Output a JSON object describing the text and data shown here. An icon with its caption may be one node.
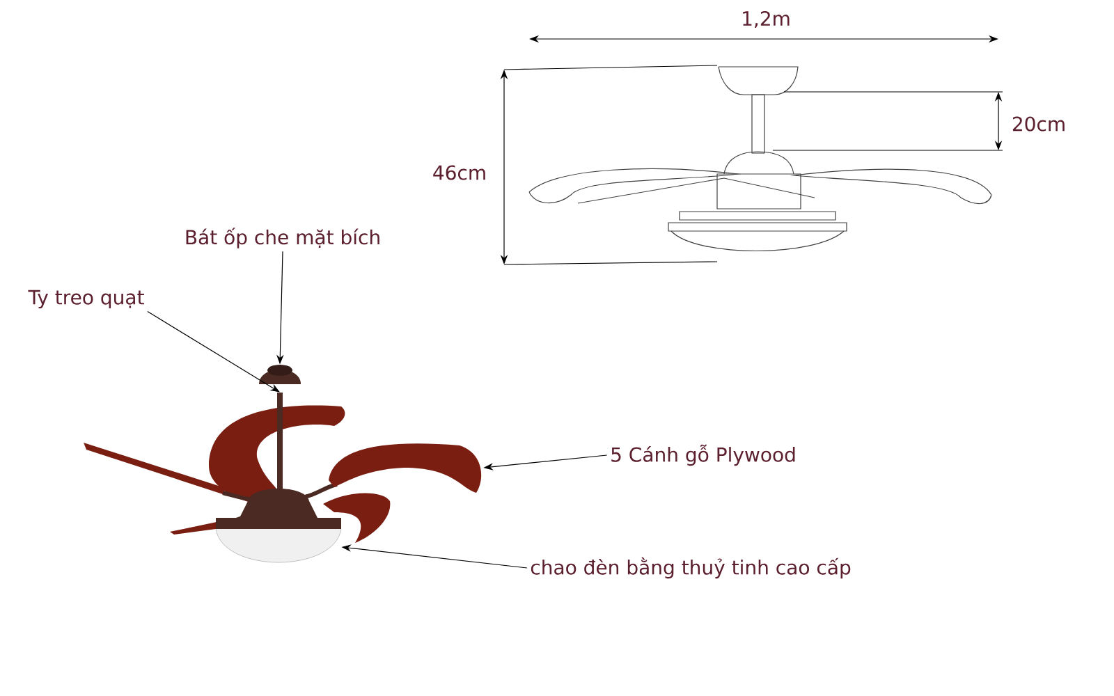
{
  "diagram": {
    "nodes": [
      {
        "text": [
          "Bát ốp che mặt bích"
        ]
      },
      {
        "text": [],
        "shape": "picture"
      },
      {
        "text": [
          "Ty treo quạt"
        ]
      },
      {
        "text": [],
        "shape": "bar"
      },
      {
        "text": [
          "5 Cánh gỗ Plywood"
        ]
      },
      {
        "text": [],
        "shape": "picture"
      },
      {
        "text": [
          "chao đèn bằng thuỷ tinh cao cấp"
        ]
      },
      {
        "text": [],
        "shape": "picture"
      }
    ],
    "edges": [
      {
        "from": 0,
        "to": 1,
        "arrow": "to"
      },
      {
        "from": 2,
        "to": 3,
        "arrow": "to"
      },
      {
        "from": 4,
        "to": 5,
        "arrow": "to"
      },
      {
        "from": 6,
        "to": 7,
        "arrow": "to"
      }
    ],
    "labels": [
      "1,2m",
      "46cm",
      "20cm"
    ]
  }
}
